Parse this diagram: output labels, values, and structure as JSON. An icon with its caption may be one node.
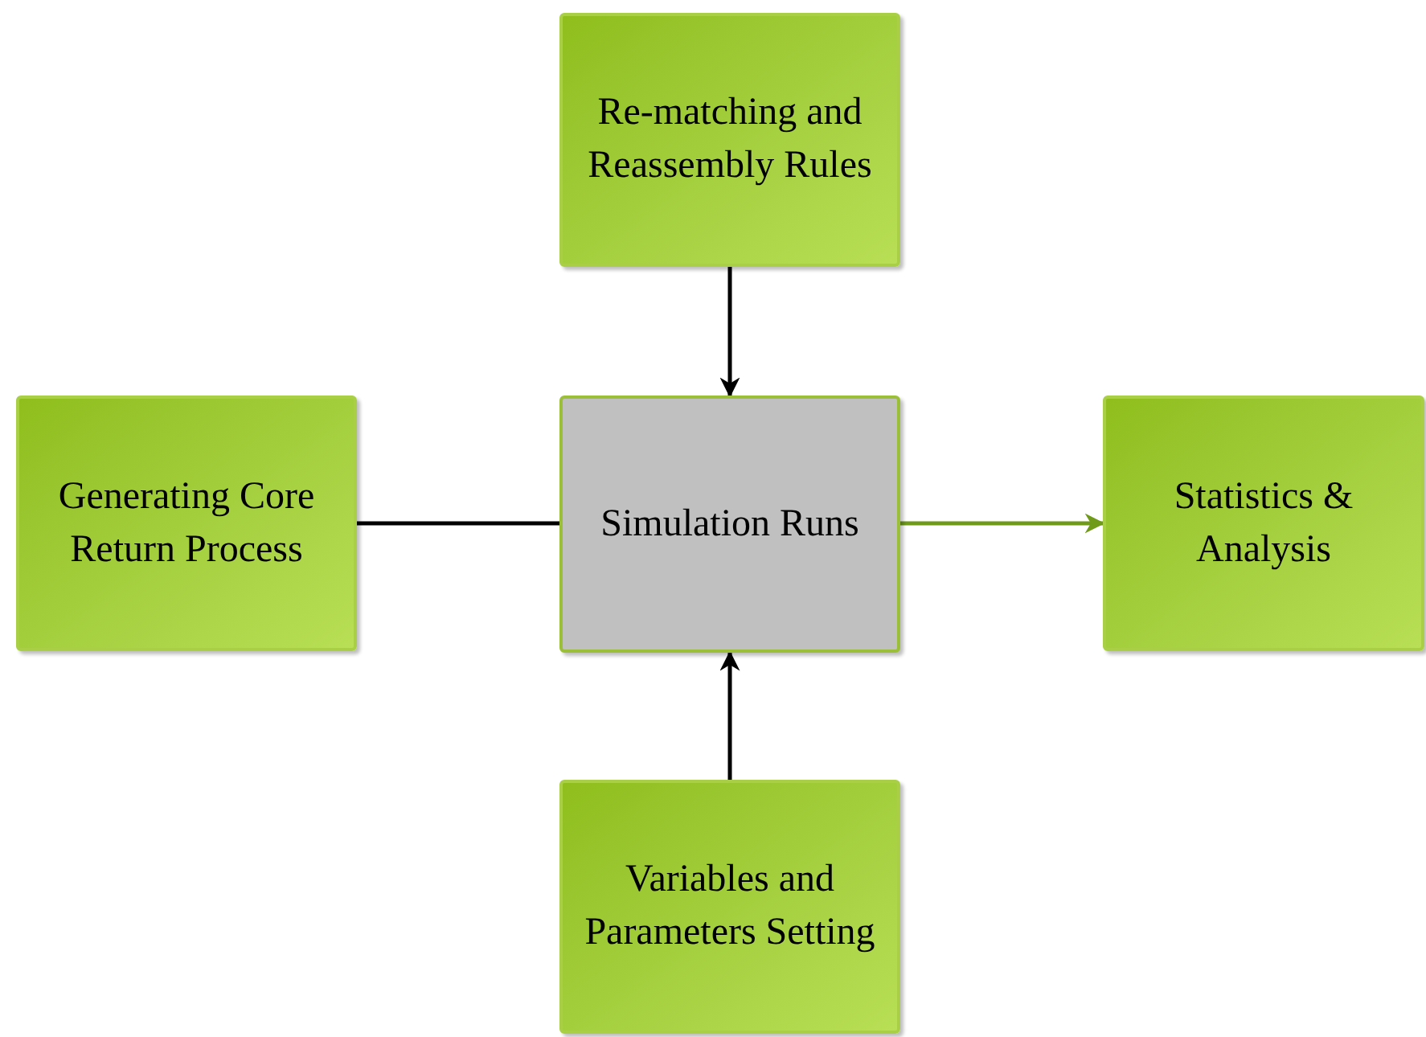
{
  "diagram": {
    "nodes": [
      {
        "text": [
          "Re-matching and Reassembly Rules"
        ]
      },
      {
        "text": [
          "Generating Core Return Process"
        ]
      },
      {
        "text": [
          "Simulation Runs"
        ]
      },
      {
        "text": [
          "Statistics & Analysis"
        ]
      },
      {
        "text": [
          "Variables and Parameters Setting"
        ]
      }
    ],
    "edges": [
      {
        "from": 0,
        "to": 2,
        "arrow": "to"
      },
      {
        "from": 1,
        "to": 2,
        "arrow": "none"
      },
      {
        "from": 2,
        "to": 3,
        "arrow": "to",
        "color": "#6f9a1a"
      },
      {
        "from": 4,
        "to": 2,
        "arrow": "to"
      }
    ]
  }
}
